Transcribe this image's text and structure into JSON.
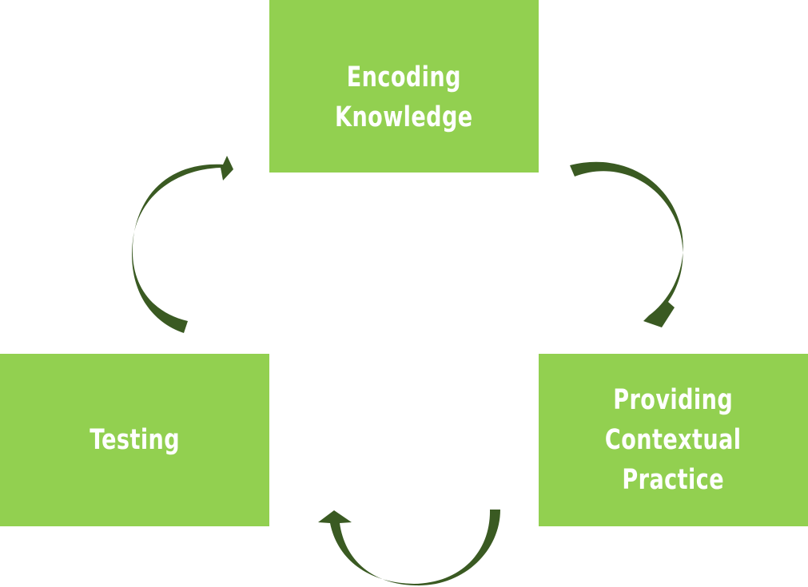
{
  "diagram": {
    "type": "cycle",
    "colors": {
      "box_fill": "#92d050",
      "box_text": "#ffffff",
      "arrow_fill": "#3a5a22",
      "background": "#ffffff"
    },
    "nodes": [
      {
        "id": "encoding",
        "label": "Encoding\nKnowledge"
      },
      {
        "id": "practice",
        "label": "Providing\nContextual\nPractice"
      },
      {
        "id": "testing",
        "label": "Testing"
      }
    ],
    "edges": [
      {
        "from": "encoding",
        "to": "practice",
        "icon": "curved-arrow-clockwise"
      },
      {
        "from": "practice",
        "to": "testing",
        "icon": "curved-arrow-clockwise"
      },
      {
        "from": "testing",
        "to": "encoding",
        "icon": "curved-arrow-clockwise"
      }
    ]
  }
}
